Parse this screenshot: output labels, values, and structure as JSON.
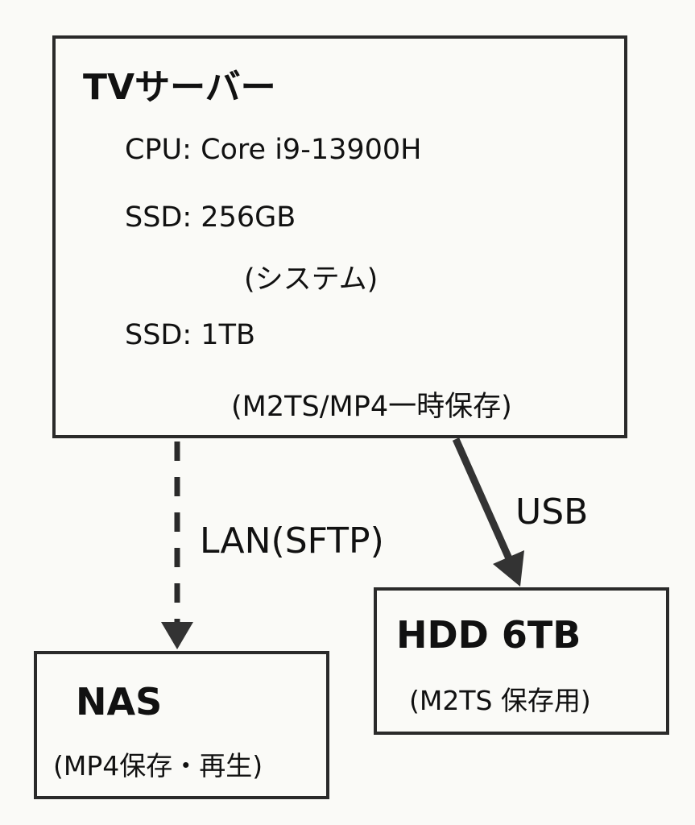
{
  "server": {
    "title": "TVサーバー",
    "cpu": "CPU: Core i9-13900H",
    "ssd1": "SSD: 256GB",
    "ssd1_note": "(システム)",
    "ssd2": "SSD: 1TB",
    "ssd2_note": "(M2TS/MP4一時保存)"
  },
  "links": {
    "lan": "LAN(SFTP)",
    "usb": "USB"
  },
  "nas": {
    "title": "NAS",
    "note": "(MP4保存・再生)"
  },
  "hdd": {
    "title": "HDD 6TB",
    "note": "(M2TS 保存用)"
  }
}
